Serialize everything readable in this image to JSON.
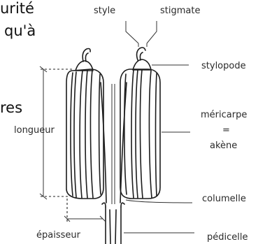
{
  "side_text": {
    "line1": "urité",
    "line2": "qu'à",
    "line3": "res"
  },
  "labels": {
    "style": "style",
    "stigmate": "stigmate",
    "stylopode": "stylopode",
    "mericarpe": "méricarpe",
    "equals": "=",
    "akene": "akène",
    "longueur": "longueur",
    "columelle": "columelle",
    "epaisseur": "épaisseur",
    "pedicelle": "pédicelle"
  },
  "colors": {
    "ink": "#1c1c1c",
    "stipple": "#8a8a8a",
    "paper": "#ffffff"
  }
}
